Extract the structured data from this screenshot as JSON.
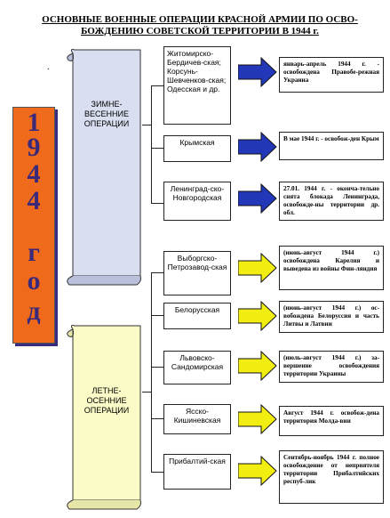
{
  "title": "ОСНОВНЫЕ ВОЕННЫЕ ОПЕРАЦИИ КРАСНОЙ АРМИИ ПО ОСВО-БОЖДЕНИЮ СОВЕТСКОЙ ТЕРРИТОРИИ В 1944 г.",
  "dot": ".",
  "year": {
    "digits": [
      "1",
      "9",
      "4",
      "4"
    ],
    "word": [
      "г",
      "о",
      "д"
    ]
  },
  "winter": {
    "label": "ЗИМНЕ-ВЕСЕННИЕ ОПЕРАЦИИ",
    "operations": [
      {
        "name": "Житомирско-Бердичев-ская; Корсунь-Шевченков-ская; Одесская и др.",
        "result": "январь-апрель 1944 г. - освобождена Правобе-режная Украина"
      },
      {
        "name": "Крымская",
        "result": "В мае 1944 г. - освобож-ден Крым"
      },
      {
        "name": "Ленинград-ско-Новгородская",
        "result": "27.01. 1944 г. - оконча-тельно снята блокада Ленинграда, освобожде-ны территории др. обл."
      }
    ]
  },
  "summer": {
    "label": "ЛЕТНЕ-ОСЕННИЕ ОПЕРАЦИИ",
    "operations": [
      {
        "name": "Выборгско-Петрозавод-ская",
        "result": "(июнь-август 1944 г.) освобождена Карелия и выведена из войны Фин-ляндия"
      },
      {
        "name": "Белорусская",
        "result": "(июнь-август 1944 г.) ос-вобождена Белоруссия и часть Литвы и Латвии"
      },
      {
        "name": "Львовско-Сандомирская",
        "result": "(июль-август 1944 г.) за-вершение освобождения территории Украины"
      },
      {
        "name": "Ясско-Кишиневская",
        "result": "Август 1944 г. освобож-дена территория Молда-вии"
      },
      {
        "name": "Прибалтий-ская",
        "result": "Сентябрь-ноябрь 1944 г. полное освобождение от неприятеля территории Прибалтийских респуб-лик"
      }
    ]
  },
  "colors": {
    "winter_scroll": "#d9dff0",
    "summer_scroll": "#fbfbc8",
    "winter_arrow": "#2338b8",
    "summer_arrow": "#f2ee12",
    "year_bar": "#f06a1c",
    "year_text": "#3b2a7a"
  }
}
